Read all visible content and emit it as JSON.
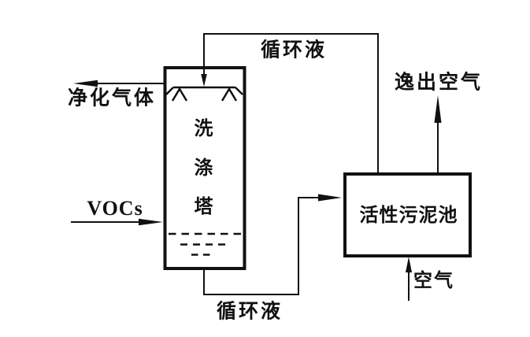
{
  "diagram": {
    "description_visible_only": "process flow diagram",
    "colors": {
      "background": "#ffffff",
      "line": "#111111",
      "text": "#111111"
    },
    "nodes": {
      "scrubber_tower": {
        "label": "洗涤塔"
      },
      "activated_sludge_tank": {
        "label": "活性污泥池"
      }
    },
    "streams": {
      "vocs_in": {
        "label": "VOCs"
      },
      "purified_gas_out": {
        "label": "净化气体"
      },
      "circulating_liquid_top": {
        "label": "循环液"
      },
      "circulating_liquid_bottom": {
        "label": "循环液"
      },
      "escaped_air_out": {
        "label": "逸出空气"
      },
      "air_in": {
        "label": "空气"
      }
    }
  }
}
